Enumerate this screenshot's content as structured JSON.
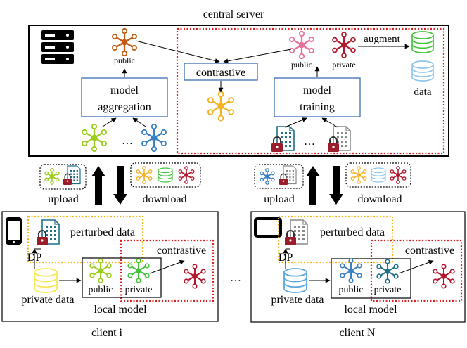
{
  "colors": {
    "orange_model": "#c55a11",
    "yellow_model": "#f5b323",
    "pink_model": "#e8739a",
    "crimson_model": "#b4182c",
    "lime_model": "#9acd1b",
    "blue_model": "#3b7fc4",
    "teal_model": "#1e6f8a",
    "dark_red": "#9b1c2a",
    "green_data": "#43c43a",
    "blue_data": "#5ba7dc",
    "light_blue_data": "#8fc6ea",
    "yellow_data": "#f7e65a",
    "red_dotted_border": "#dd2222",
    "orange_dotted_border": "#f2b61a",
    "process_box_border": "#3c6eb4"
  },
  "icons": [
    "server-icon",
    "phone-icon",
    "tablet-icon",
    "network-model-icon",
    "database-icon",
    "encrypted-document-icon",
    "arrow-icon"
  ],
  "server": {
    "title": "central server",
    "public_label": "public",
    "model_aggregation": [
      "model",
      "aggregation"
    ],
    "ellipsis": "…",
    "contrastive": "contrastive",
    "public_label_2": "public",
    "private_label": "private",
    "augment": "augment",
    "data": "data",
    "model_training": [
      "model",
      "training"
    ]
  },
  "transfer_left": {
    "upload": "upload",
    "download": "download"
  },
  "transfer_right": {
    "upload": "upload",
    "download": "download"
  },
  "client_i": {
    "perturbed_data": "perturbed data",
    "dp": "DP",
    "contrastive": "contrastive",
    "public": "public",
    "private": "private",
    "private_data": "private data",
    "local_model": "local model",
    "caption": "client i"
  },
  "clients_ellipsis": "…",
  "client_n": {
    "perturbed_data": "perturbed data",
    "dp": "DP",
    "contrastive": "contrastive",
    "public": "public",
    "private": "private",
    "private_data": "private data",
    "local_model": "local model",
    "caption": "client N"
  }
}
